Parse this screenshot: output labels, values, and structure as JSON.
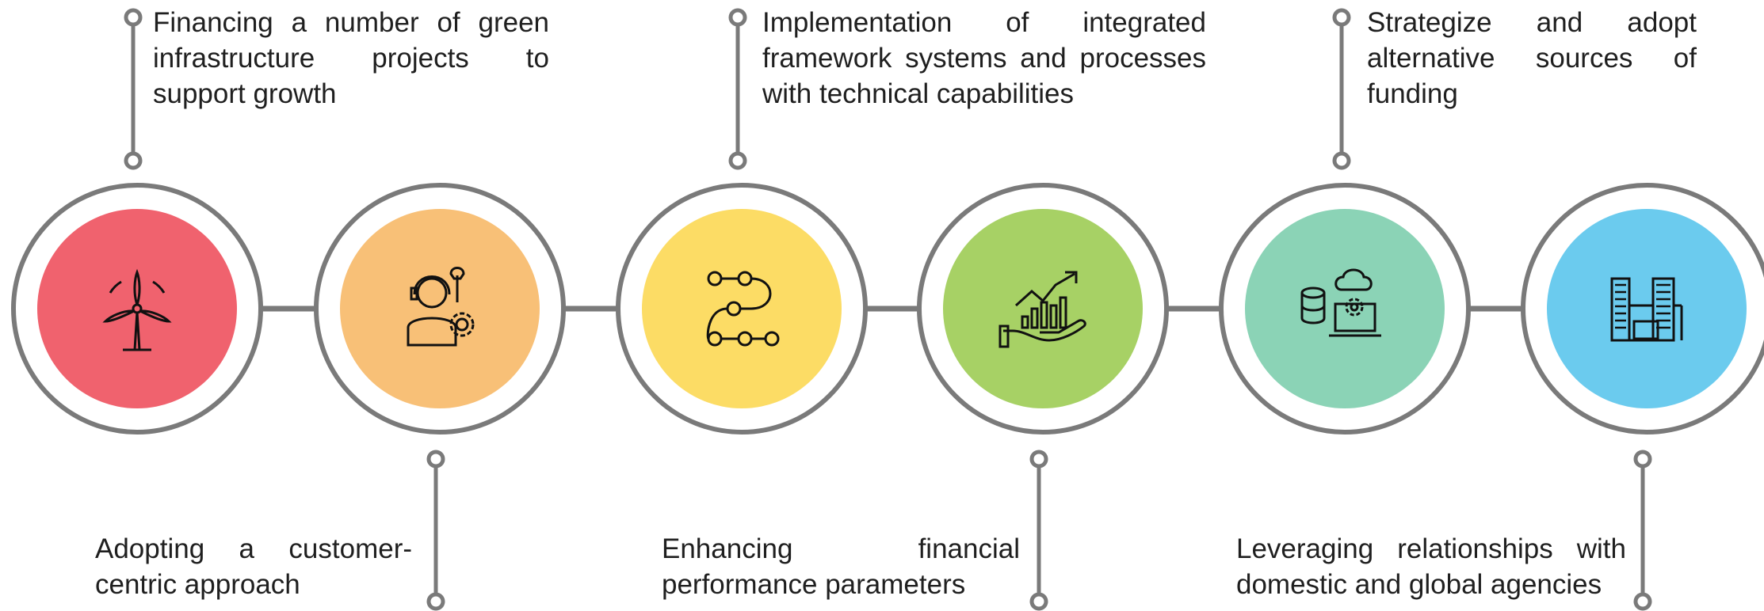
{
  "steps": [
    {
      "text": "Financing a number of green infrastructure projects to support growth",
      "position": "top",
      "color": "#f0626e",
      "icon": "wind-turbine-icon"
    },
    {
      "text": "Adopting a customer-centric approach",
      "position": "bottom",
      "color": "#f8c077",
      "icon": "support-agent-icon"
    },
    {
      "text": "Implementation of integrated framework systems and processes with technical capabilities",
      "position": "top",
      "color": "#fcdc65",
      "icon": "process-flow-icon"
    },
    {
      "text": "Enhancing financial performance parameters",
      "position": "bottom",
      "color": "#a7d165",
      "icon": "growth-hand-icon"
    },
    {
      "text": "Strategize and adopt alternative sources of funding",
      "position": "top",
      "color": "#8bd3b6",
      "icon": "cloud-database-icon"
    },
    {
      "text": "Leveraging relationships with domestic and global agencies",
      "position": "bottom",
      "color": "#6bcbee",
      "icon": "buildings-icon"
    }
  ],
  "colors": {
    "ring": "#7a7a7a",
    "text": "#1f1f1f",
    "icon_stroke": "#111111"
  }
}
